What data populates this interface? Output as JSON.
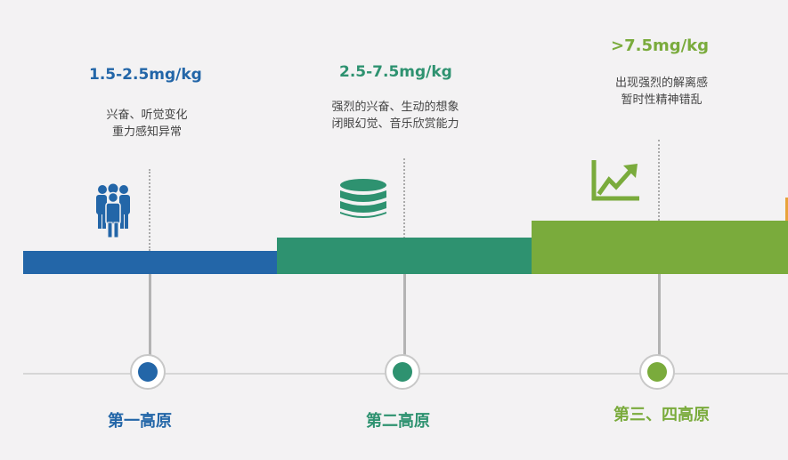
{
  "colors": {
    "blue": "#2366a8",
    "teal": "#2e9270",
    "green": "#7aab3c",
    "axis": "#d6d6d6"
  },
  "stages": [
    {
      "dose": "1.5-2.5mg/kg",
      "desc_line1": "兴奋、听觉变化",
      "desc_line2": "重力感知异常",
      "label": "第一高原",
      "icon": "people-icon"
    },
    {
      "dose": "2.5-7.5mg/kg",
      "desc_line1": "强烈的兴奋、生动的想象",
      "desc_line2": "闭眼幻觉、音乐欣赏能力",
      "label": "第二高原",
      "icon": "database-icon"
    },
    {
      "dose": ">7.5mg/kg",
      "desc_line1": "出现强烈的解离感",
      "desc_line2": "暂时性精神错乱",
      "label": "第三、四高原",
      "icon": "chart-up-icon"
    }
  ]
}
